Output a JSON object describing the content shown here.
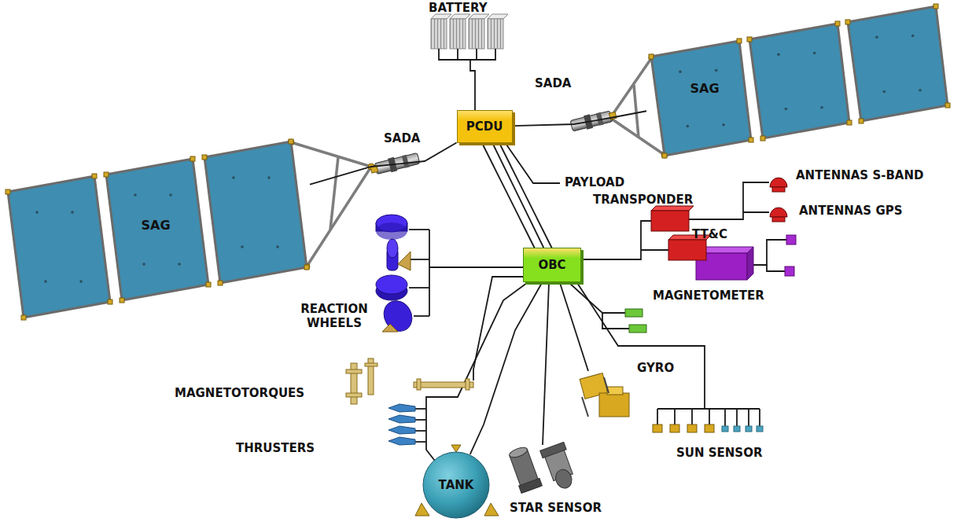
{
  "diagram": {
    "nodes": [
      {
        "text": [
          "PCDU"
        ]
      },
      {
        "text": [
          "SAG"
        ]
      },
      {
        "text": [
          "SAG"
        ]
      },
      {
        "text": [
          "OBC"
        ]
      },
      {
        "text": [
          "TANK"
        ]
      }
    ],
    "edges": [
      {
        "from": 0,
        "to": 1,
        "arrow": "none"
      },
      {
        "from": 0,
        "to": 2,
        "arrow": "none"
      },
      {
        "from": 0,
        "to": 3,
        "arrow": "none"
      },
      {
        "from": 3,
        "to": 4,
        "arrow": "none"
      }
    ],
    "labels": [
      "BATTERY",
      "SADA",
      "SADA",
      "PAYLOAD",
      "TRANSPONDER",
      "TT&C",
      "ANTENNAS S-BAND",
      "ANTENNAS GPS",
      "REACTION WHEELS",
      "MAGNETOMETER",
      "MAGNETOTORQUES",
      "GYRO",
      "THRUSTERS",
      "STAR SENSOR",
      "SUN SENSOR"
    ]
  }
}
